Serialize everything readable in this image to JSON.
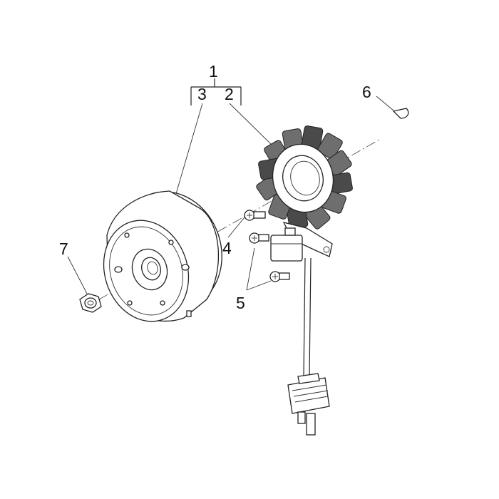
{
  "callouts": {
    "group_1": "1",
    "part_3": "3",
    "part_2": "2",
    "part_4": "4",
    "part_5": "5",
    "part_6": "6",
    "part_7": "7"
  },
  "colors": {
    "line": "#222222",
    "coil_fill": "#6e6e6e",
    "background": "#ffffff"
  }
}
